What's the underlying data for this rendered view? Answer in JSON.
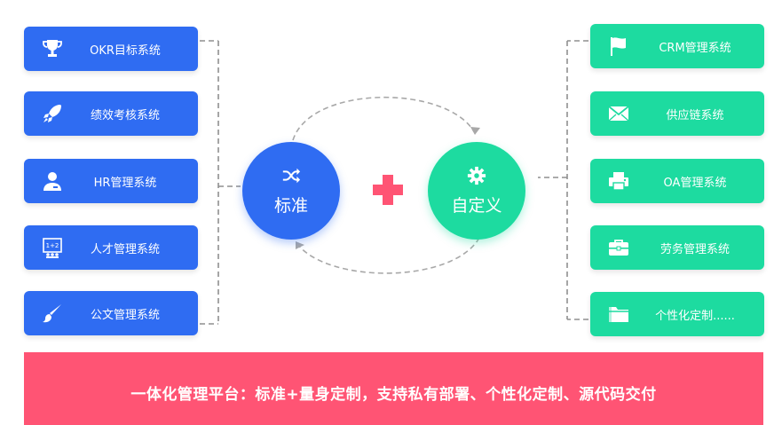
{
  "left_systems": [
    {
      "label": "OKR目标系统",
      "icon": "trophy-icon"
    },
    {
      "label": "绩效考核系统",
      "icon": "rocket-icon"
    },
    {
      "label": "HR管理系统",
      "icon": "person-icon"
    },
    {
      "label": "人才管理系统",
      "icon": "board-icon"
    },
    {
      "label": "公文管理系统",
      "icon": "brush-icon"
    }
  ],
  "right_systems": [
    {
      "label": "CRM管理系统",
      "icon": "flag-icon"
    },
    {
      "label": "供应链系统",
      "icon": "mail-icon"
    },
    {
      "label": "OA管理系统",
      "icon": "printer-icon"
    },
    {
      "label": "劳务管理系统",
      "icon": "briefcase-icon"
    },
    {
      "label": "个性化定制......",
      "icon": "folder-icon"
    }
  ],
  "standard_circle": {
    "label": "标准",
    "icon": "shuffle-icon"
  },
  "custom_circle": {
    "label": "自定义",
    "icon": "gear-icon"
  },
  "banner": {
    "text": "一体化管理平台：标准+量身定制，支持私有部署、个性化定制、源代码交付"
  },
  "colors": {
    "blue": "#2f6cf2",
    "green": "#1ddba0",
    "pink": "#ff5474",
    "dash": "#9a9a9a"
  }
}
